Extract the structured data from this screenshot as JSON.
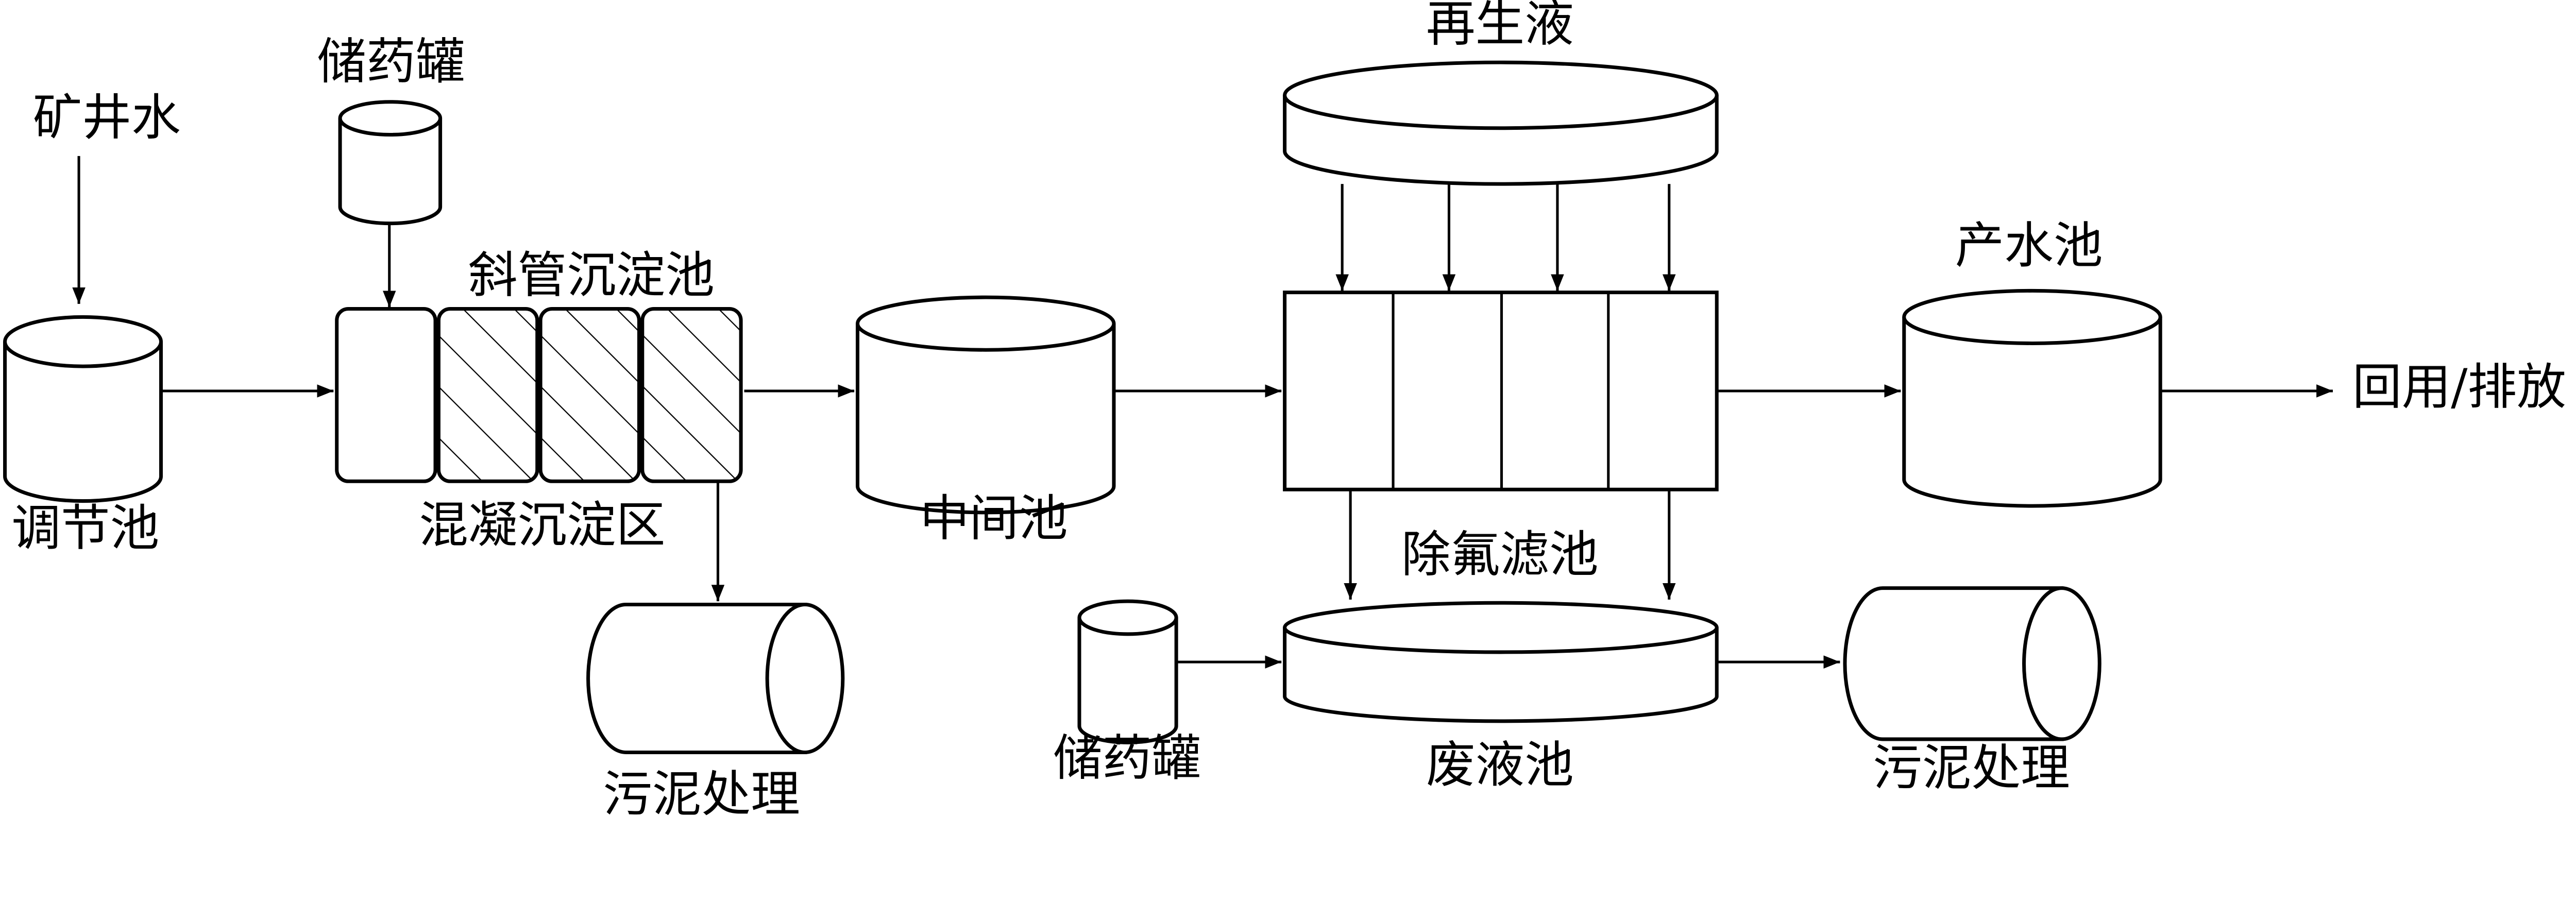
{
  "labels": {
    "mine_water": "矿井水",
    "regulating_tank": "调节池",
    "dosing_tank_1": "储药罐",
    "inclined_tube_settler": "斜管沉淀池",
    "coag_settling_zone": "混凝沉淀区",
    "sludge_treatment_1": "污泥处理",
    "intermediate_tank": "中间池",
    "regenerant": "再生液",
    "defluoridation_filter": "除氟滤池",
    "dosing_tank_2": "储药罐",
    "waste_liquid_tank": "废液池",
    "sludge_treatment_2": "污泥处理",
    "product_water_tank": "产水池",
    "reuse_discharge": "回用/排放"
  }
}
